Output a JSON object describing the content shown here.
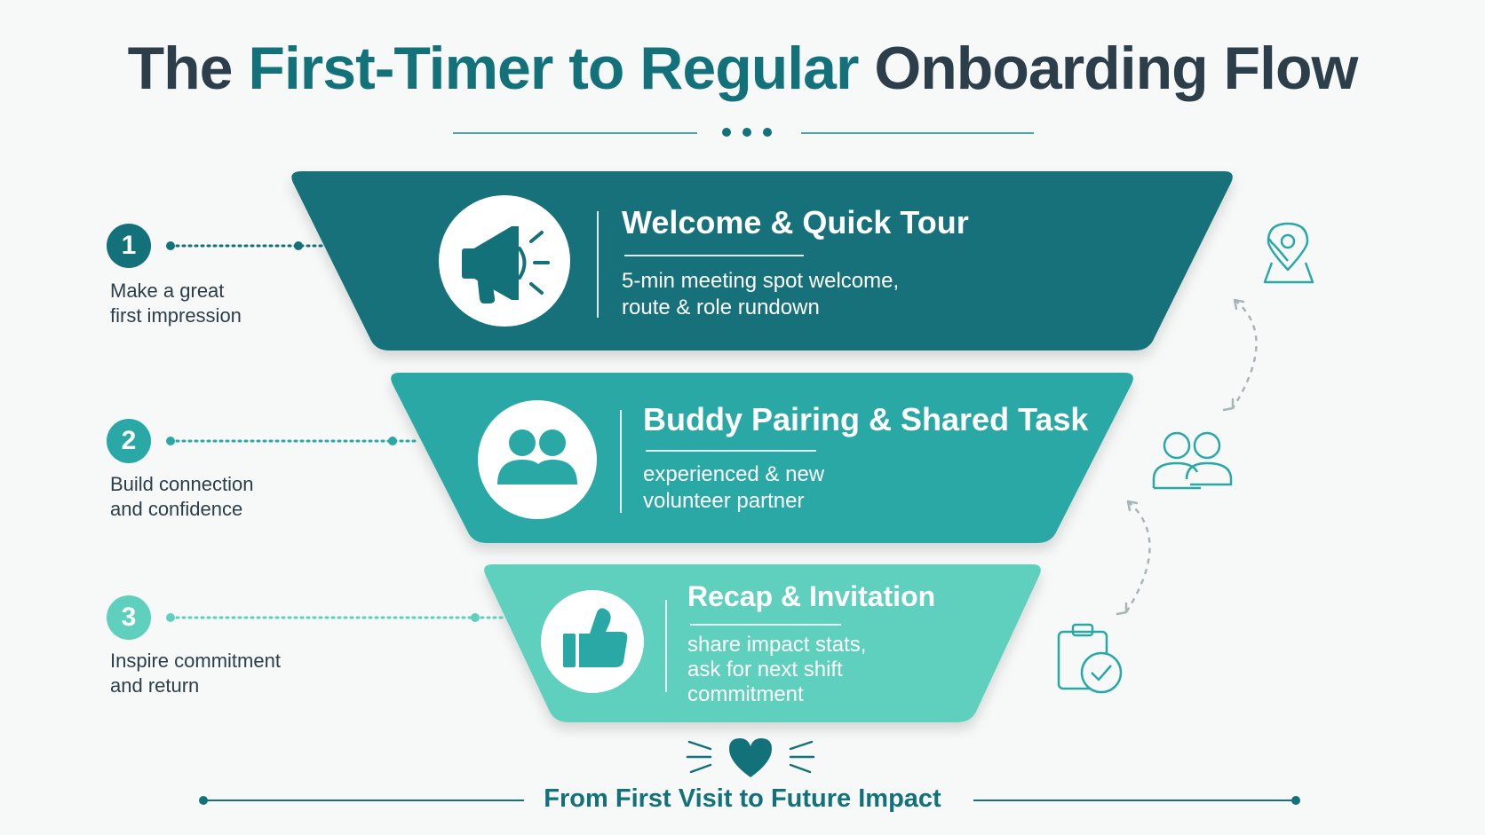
{
  "title": {
    "part1": "The",
    "part2": "First-Timer to Regular",
    "part3": "Onboarding Flow"
  },
  "colors": {
    "dark_teal": "#13717a",
    "mid_teal": "#2aa8a6",
    "light_teal": "#5fd0bd",
    "text_dark": "#2c3e4a"
  },
  "steps": [
    {
      "number": "1",
      "caption_line1": "Make a great",
      "caption_line2": "first impression"
    },
    {
      "number": "2",
      "caption_line1": "Build connection",
      "caption_line2": "and confidence"
    },
    {
      "number": "3",
      "caption_line1": "Inspire commitment",
      "caption_line2": "and return"
    }
  ],
  "bands": [
    {
      "icon": "megaphone-icon",
      "title": "Welcome & Quick Tour",
      "desc_lines": [
        "5-min meeting spot welcome,",
        "route & role rundown"
      ]
    },
    {
      "icon": "people-icon",
      "title": "Buddy Pairing & Shared Task",
      "desc_lines": [
        "experienced & new",
        "volunteer partner"
      ]
    },
    {
      "icon": "thumbs-up-icon",
      "title": "Recap & Invitation",
      "desc_lines": [
        "share impact stats,",
        "ask for next shift",
        "commitment"
      ]
    }
  ],
  "side_icons": [
    "location-pin-icon",
    "users-outline-icon",
    "clipboard-check-icon"
  ],
  "tagline": "From First Visit to Future Impact"
}
